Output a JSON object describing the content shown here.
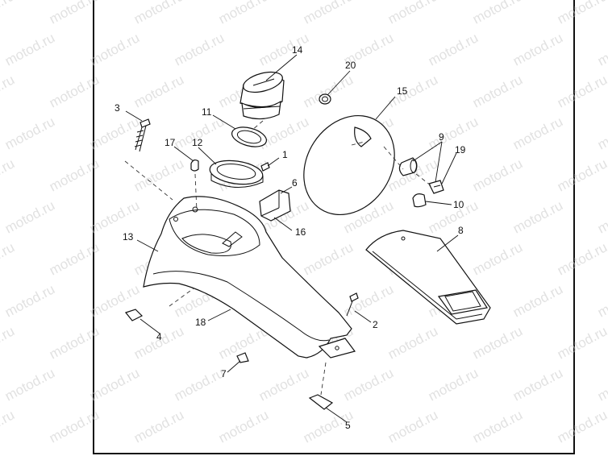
{
  "watermark": "motod.ru",
  "callouts": {
    "c1": "1",
    "c2": "2",
    "c3": "3",
    "c4": "4",
    "c5": "5",
    "c6": "6",
    "c7": "7",
    "c8": "8",
    "c9": "9",
    "c10": "10",
    "c11": "11",
    "c12": "12",
    "c13": "13",
    "c14": "14",
    "c15": "15",
    "c16": "16",
    "c17": "17",
    "c18": "18",
    "c19": "19",
    "c20": "20"
  }
}
